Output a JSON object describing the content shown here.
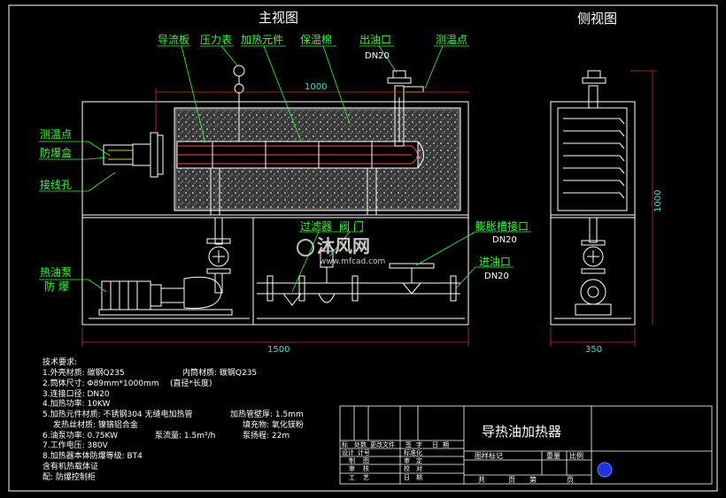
{
  "views": {
    "front_title": "主视图",
    "side_title": "侧视图"
  },
  "callouts": {
    "guide_plate": "导流板",
    "pressure_gauge": "压力表",
    "heating_element": "加热元件",
    "insulation": "保温棉",
    "oil_outlet": "出油口",
    "oil_outlet_size": "DN20",
    "temp_point_top": "测温点",
    "temp_point_left": "测温点",
    "explosion_box": "防爆盒",
    "wiring_hole": "接线孔",
    "filter": "过滤器",
    "valve": "阀  门",
    "expansion_tank_port": "膨胀槽接口",
    "expansion_size": "DN20",
    "oil_inlet": "进油口",
    "oil_inlet_size": "DN20",
    "pump": "热油泵",
    "pump_ex": "防  爆"
  },
  "dimensions": {
    "front_top": "1000",
    "front_bottom": "1500",
    "side_height": "1000",
    "side_bottom": "350"
  },
  "watermark": {
    "brand": "沐风网",
    "url": "www.mfcad.com"
  },
  "tech_notes": {
    "heading": "技术要求:",
    "l1a": "1.外壳材质: 碳钢Q235",
    "l1b": "内筒材质: 碳钢Q235",
    "l2a": "2.筒体尺寸: Φ89mm*1000mm",
    "l2b": "(直径*长度)",
    "l3": "3.连接口径: DN20",
    "l4": "4.加热功率: 10KW",
    "l5a": "5.加热元件材质: 不锈钢304 无缝电加热管",
    "l5b": "加热管壁厚: 1.5mm",
    "l5c": "发热丝材质: 镍铬铝合金",
    "l5d": "填充物: 氧化镁粉",
    "l6a": "6.油泵功率: 0.75KW",
    "l6b": "泵流量: 1.5m³/h",
    "l6c": "泵扬程: 22m",
    "l7": "7.工作电压: 380V",
    "l8": "8.加热器本体防爆等级: BT4",
    "l9": "含有机热载体证",
    "l10": "配: 防爆控制柜"
  },
  "title_block": {
    "title": "导热油加热器",
    "r1": [
      "标",
      "处数",
      "更改文件",
      "签",
      "字",
      "日",
      "期"
    ],
    "r2a": "设计",
    "r2b": "计号",
    "r2c": "标准化",
    "r3a": "制",
    "r3b": "图",
    "r3c": "审",
    "r3d": "定",
    "r4a": "审",
    "r4b": "核",
    "r4c": "校",
    "r4d": "对",
    "r5a": "工",
    "r5b": "艺",
    "r5c": "日",
    "r5d": "期",
    "stage_mark": "图样标记",
    "weight": "重量",
    "scale": "比例",
    "sheets_total": "共",
    "sheet": "页",
    "sheet_no": "第",
    "sheet_no2": "页"
  }
}
